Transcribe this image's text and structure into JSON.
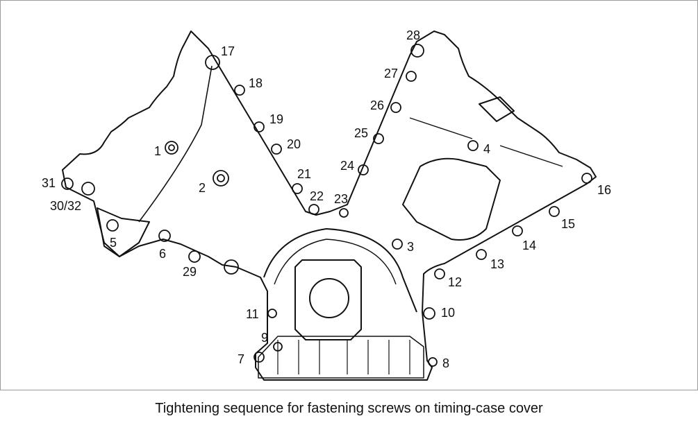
{
  "caption": "Tightening sequence for fastening screws on timing-case cover",
  "labels": [
    {
      "id": "1",
      "text": "1"
    },
    {
      "id": "2",
      "text": "2"
    },
    {
      "id": "3",
      "text": "3"
    },
    {
      "id": "4",
      "text": "4"
    },
    {
      "id": "5",
      "text": "5"
    },
    {
      "id": "6",
      "text": "6"
    },
    {
      "id": "7",
      "text": "7"
    },
    {
      "id": "8",
      "text": "8"
    },
    {
      "id": "9",
      "text": "9"
    },
    {
      "id": "10",
      "text": "10"
    },
    {
      "id": "11",
      "text": "11"
    },
    {
      "id": "12",
      "text": "12"
    },
    {
      "id": "13",
      "text": "13"
    },
    {
      "id": "14",
      "text": "14"
    },
    {
      "id": "15",
      "text": "15"
    },
    {
      "id": "16",
      "text": "16"
    },
    {
      "id": "17",
      "text": "17"
    },
    {
      "id": "18",
      "text": "18"
    },
    {
      "id": "19",
      "text": "19"
    },
    {
      "id": "20",
      "text": "20"
    },
    {
      "id": "21",
      "text": "21"
    },
    {
      "id": "22",
      "text": "22"
    },
    {
      "id": "23",
      "text": "23"
    },
    {
      "id": "24",
      "text": "24"
    },
    {
      "id": "25",
      "text": "25"
    },
    {
      "id": "26",
      "text": "26"
    },
    {
      "id": "27",
      "text": "27"
    },
    {
      "id": "28",
      "text": "28"
    },
    {
      "id": "29",
      "text": "29"
    },
    {
      "id": "30_32",
      "text": "30/32"
    },
    {
      "id": "31",
      "text": "31"
    }
  ]
}
